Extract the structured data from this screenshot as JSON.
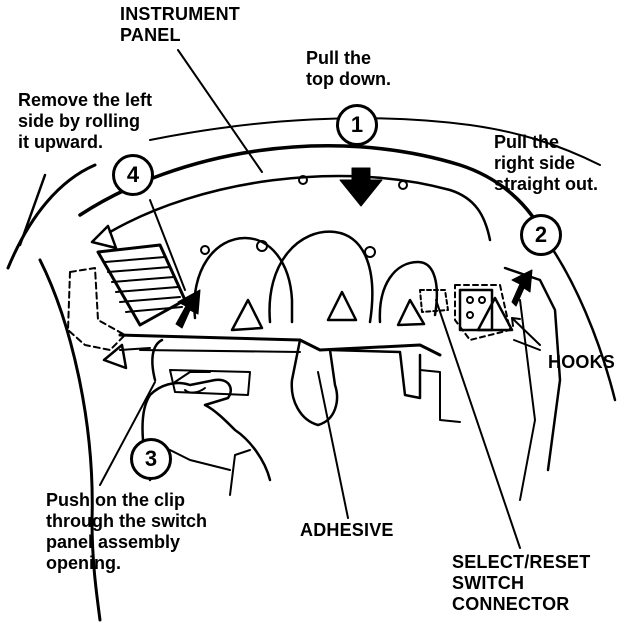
{
  "labels": {
    "instrument_panel": [
      "INSTRUMENT",
      "PANEL"
    ],
    "step1": [
      "Pull the",
      "top down."
    ],
    "step2": [
      "Pull the",
      "right side",
      "straight out."
    ],
    "step3": [
      "Push on the clip",
      "through the switch",
      "panel assembly",
      "opening."
    ],
    "step4": [
      "Remove the left",
      "side by rolling",
      "it upward."
    ],
    "hooks": "HOOKS",
    "adhesive": "ADHESIVE",
    "connector": [
      "SELECT/RESET",
      "SWITCH",
      "CONNECTOR"
    ]
  },
  "steps": [
    "1",
    "2",
    "3",
    "4"
  ]
}
